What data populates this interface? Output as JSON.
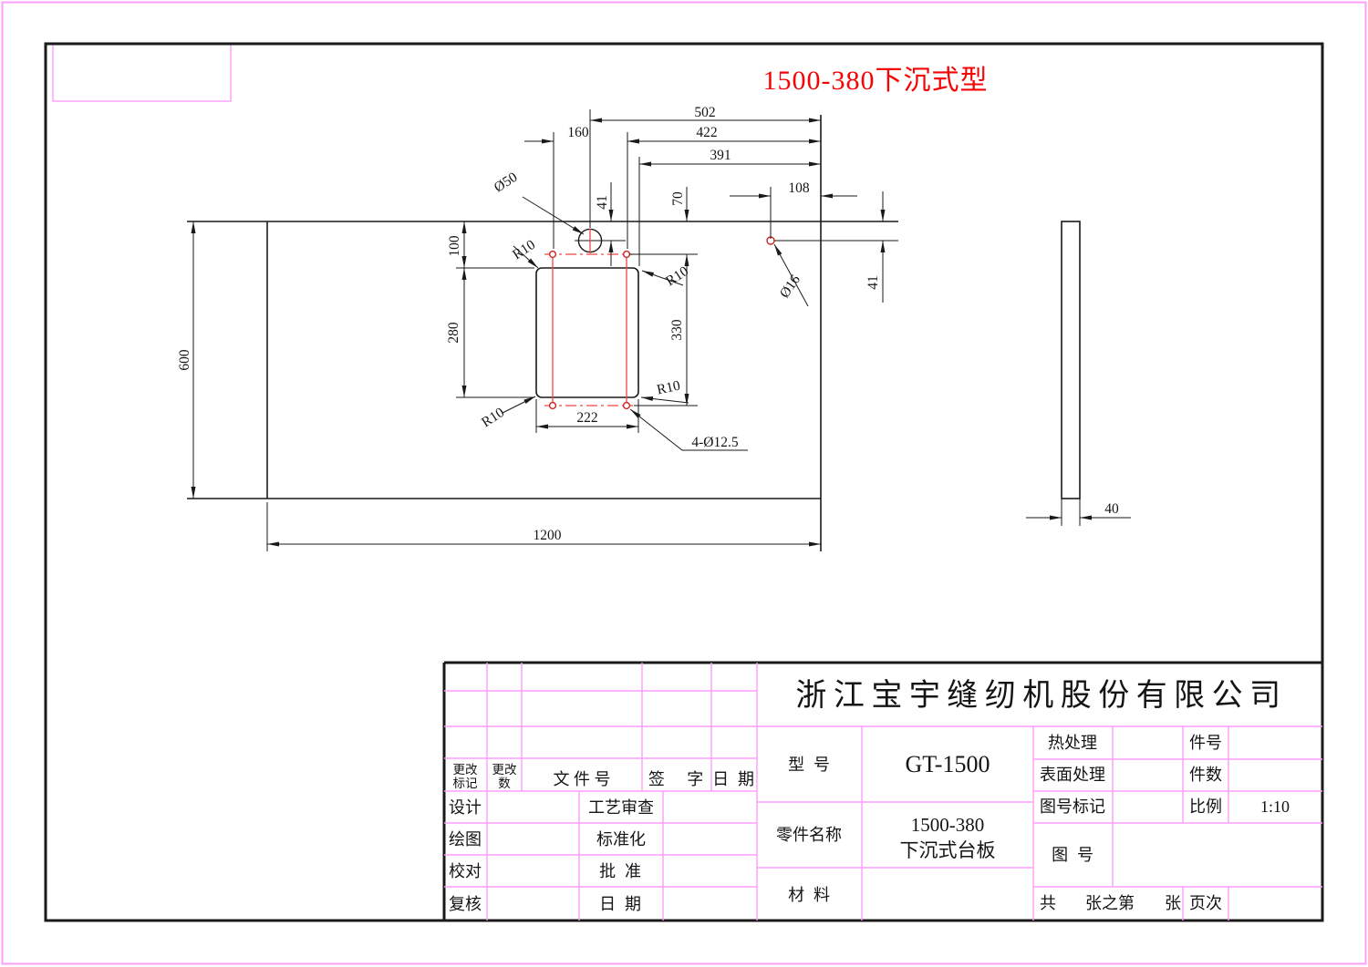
{
  "colors": {
    "accent_pink": "#ff9dfd",
    "drawing_red": "#f54444",
    "title_red": "#f40404",
    "line_black": "#1a1a1a"
  },
  "drawing_title": "1500-380下沉式型",
  "dims": {
    "overall_width": "1200",
    "overall_height": "600",
    "d502": "502",
    "d422": "422",
    "d391": "391",
    "d160": "160",
    "d108": "108",
    "d100": "100",
    "d280": "280",
    "d330": "330",
    "d222": "222",
    "d70": "70",
    "d41_left": "41",
    "d41_right": "41",
    "thickness": "40"
  },
  "labels": {
    "dia50": "Ø50",
    "dia16": "Ø16",
    "r10": "R10",
    "corner_holes": "4-Ø12.5"
  },
  "title_block": {
    "company": "浙江宝宇缝纫机股份有限公司",
    "rev_mark_l1": "更改",
    "rev_mark_l2": "标记",
    "rev_count_l1": "更改",
    "rev_count_l2": "数",
    "file_no": "文 件 号",
    "sign": "签 字",
    "date": "日期",
    "design": "设计",
    "draw": "绘图",
    "proofread": "校对",
    "recheck": "复核",
    "process_review": "工艺审查",
    "standardization": "标准化",
    "approve": "批准",
    "date2": "日期",
    "model_label": "型号",
    "model_value": "GT-1500",
    "part_name_label": "零件名称",
    "part_name_l1": "1500-380",
    "part_name_l2": "下沉式台板",
    "material_label": "材料",
    "heat_treat_label": "热处理",
    "surface_treat_label": "表面处理",
    "drawing_mark_label": "图号标记",
    "drawing_no_label": "图号",
    "part_no_label": "件号",
    "part_qty_label": "件数",
    "scale_label": "比例",
    "scale_value": "1:10",
    "sheets_l1": "共",
    "sheets_l2": "张之第",
    "sheets_l3": "张",
    "page_label": "页次"
  }
}
